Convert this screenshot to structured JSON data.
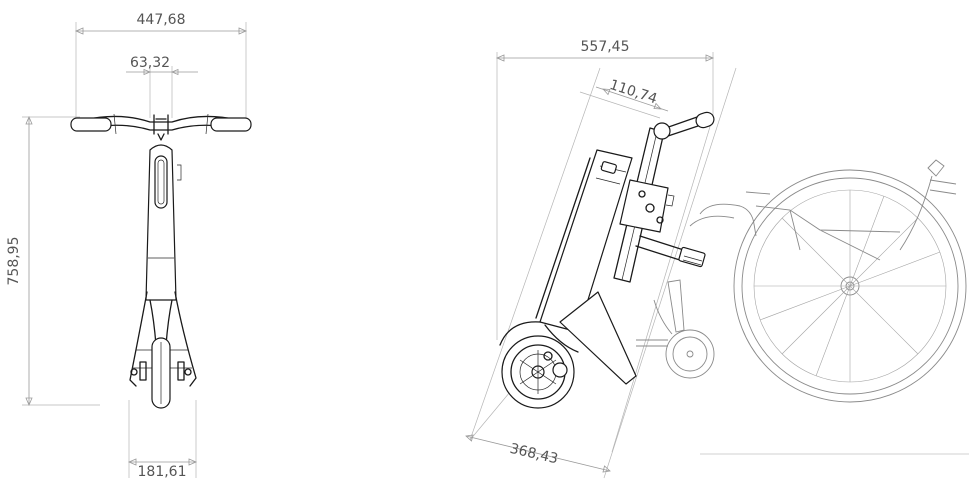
{
  "drawing": {
    "line_color": "#1a1a1a",
    "dimension_color": "#9a9a9a",
    "wheelchair_color": "#8a8a8a"
  },
  "front_view": {
    "dimensions": {
      "handlebar_width": "447,68",
      "stem_width": "63,32",
      "height": "758,95",
      "base_width": "181,61"
    }
  },
  "side_view": {
    "dimensions": {
      "overall_length": "557,45",
      "handle_offset": "110,74",
      "base_length": "368,43"
    }
  }
}
